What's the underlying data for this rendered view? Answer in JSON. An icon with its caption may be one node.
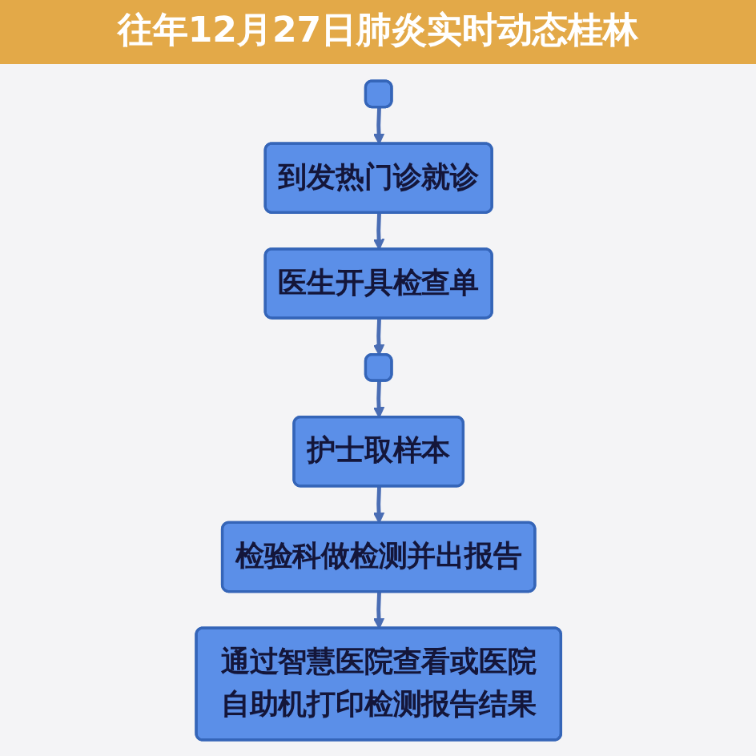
{
  "diagram": {
    "title": "往年12月27日肺炎实时动态桂林",
    "nodes": [
      {
        "text": [],
        "shape": "box"
      },
      {
        "text": [
          "到发热门诊就诊"
        ]
      },
      {
        "text": [
          "医生开具检查单"
        ]
      },
      {
        "text": [],
        "shape": "box"
      },
      {
        "text": [
          "护士取样本"
        ]
      },
      {
        "text": [
          "检验科做检测并出报告"
        ]
      },
      {
        "text": [
          "通过智慧医院查看或医院自助机打印检测报告结果"
        ]
      }
    ],
    "edges": [
      {
        "from": 0,
        "to": 1,
        "arrow": "to"
      },
      {
        "from": 1,
        "to": 2,
        "arrow": "to"
      },
      {
        "from": 2,
        "to": 3,
        "arrow": "to"
      },
      {
        "from": 3,
        "to": 4,
        "arrow": "to"
      },
      {
        "from": 4,
        "to": 5,
        "arrow": "to"
      },
      {
        "from": 5,
        "to": 6,
        "arrow": "to"
      }
    ]
  }
}
